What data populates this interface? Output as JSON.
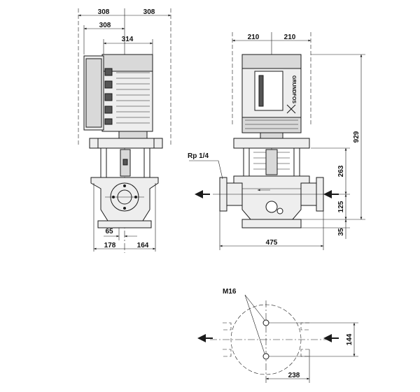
{
  "views": {
    "side": {
      "dim_top_left": "308",
      "dim_top_right": "308",
      "dim_second": "308",
      "dim_motor_width": "314",
      "dim_65": "65",
      "dim_178": "178",
      "dim_164": "164"
    },
    "front": {
      "dim_top_left": "210",
      "dim_top_right": "210",
      "dim_height_total": "929",
      "dim_263": "263",
      "dim_125": "125",
      "dim_35": "35",
      "dim_width": "475",
      "label_port": "Rp 1/4",
      "brand_text": "GRUNDFOS"
    },
    "plan": {
      "label_bolt": "M16",
      "dim_144": "144",
      "dim_238": "238"
    }
  },
  "colors": {
    "line": "#1a1a1a",
    "fill_light": "#eeeeee",
    "fill_mid": "#d9d9d9",
    "fill_dark": "#555555"
  }
}
